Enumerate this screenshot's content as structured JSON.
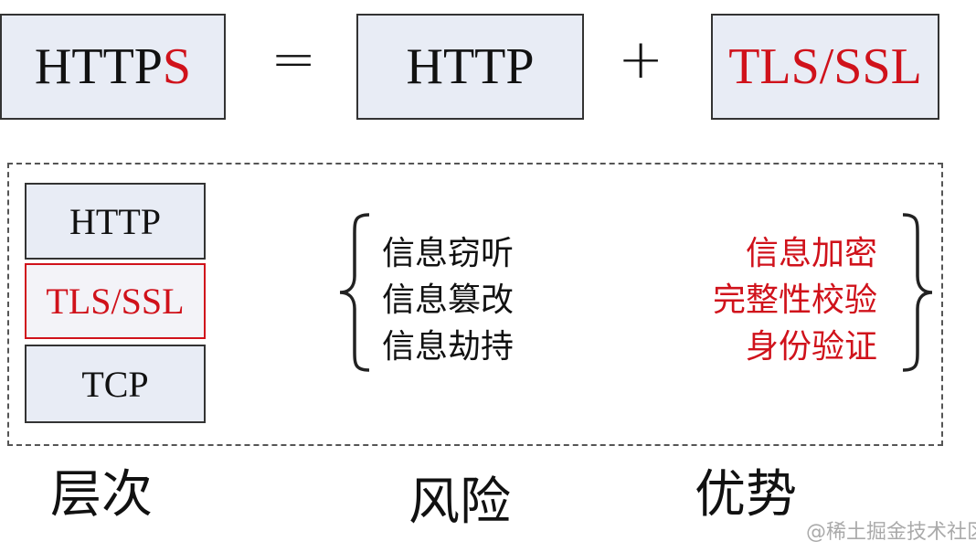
{
  "equation": {
    "https_prefix": "HTTP",
    "https_suffix": "S",
    "equals": "=",
    "http": "HTTP",
    "plus": "+",
    "tls": "TLS/SSL"
  },
  "layers": [
    "HTTP",
    "TLS/SSL",
    "TCP"
  ],
  "risks": [
    "信息窃听",
    "信息篡改",
    "信息劫持"
  ],
  "advantages": [
    "信息加密",
    "完整性校验",
    "身份验证"
  ],
  "labels": {
    "layers": "层次",
    "risks": "风险",
    "advantages": "优势"
  },
  "watermark": "@稀土掘金技术社区",
  "colors": {
    "accent": "#d0121b",
    "box_fill": "#e8ecf5"
  }
}
